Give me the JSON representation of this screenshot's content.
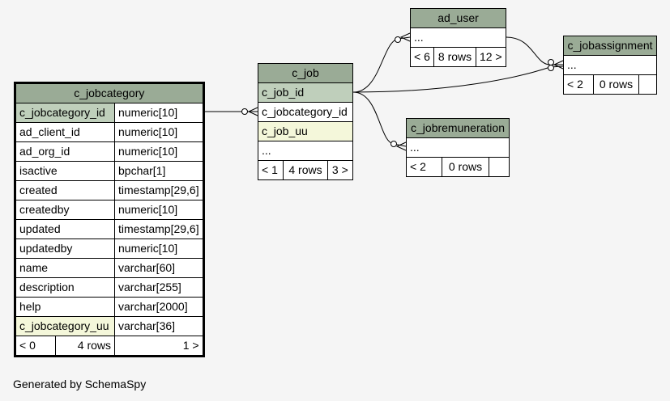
{
  "footer": "Generated by SchemaSpy",
  "tables": {
    "c_jobcategory": {
      "name": "c_jobcategory",
      "columns": [
        {
          "name": "c_jobcategory_id",
          "type": "numeric[10]"
        },
        {
          "name": "ad_client_id",
          "type": "numeric[10]"
        },
        {
          "name": "ad_org_id",
          "type": "numeric[10]"
        },
        {
          "name": "isactive",
          "type": "bpchar[1]"
        },
        {
          "name": "created",
          "type": "timestamp[29,6]"
        },
        {
          "name": "createdby",
          "type": "numeric[10]"
        },
        {
          "name": "updated",
          "type": "timestamp[29,6]"
        },
        {
          "name": "updatedby",
          "type": "numeric[10]"
        },
        {
          "name": "name",
          "type": "varchar[60]"
        },
        {
          "name": "description",
          "type": "varchar[255]"
        },
        {
          "name": "help",
          "type": "varchar[2000]"
        },
        {
          "name": "c_jobcategory_uu",
          "type": "varchar[36]"
        }
      ],
      "parents": "< 0",
      "rows": "4 rows",
      "children": "1 >"
    },
    "c_job": {
      "name": "c_job",
      "columns": [
        "c_job_id",
        "c_jobcategory_id",
        "c_job_uu",
        "..."
      ],
      "parents": "< 1",
      "rows": "4 rows",
      "children": "3 >"
    },
    "ad_user": {
      "name": "ad_user",
      "columns": [
        "..."
      ],
      "parents": "< 6",
      "rows": "8 rows",
      "children": "12 >"
    },
    "c_jobassignment": {
      "name": "c_jobassignment",
      "columns": [
        "..."
      ],
      "parents": "< 2",
      "rows": "0 rows",
      "children": ""
    },
    "c_jobremuneration": {
      "name": "c_jobremuneration",
      "columns": [
        "..."
      ],
      "parents": "< 2",
      "rows": "0 rows",
      "children": ""
    }
  }
}
